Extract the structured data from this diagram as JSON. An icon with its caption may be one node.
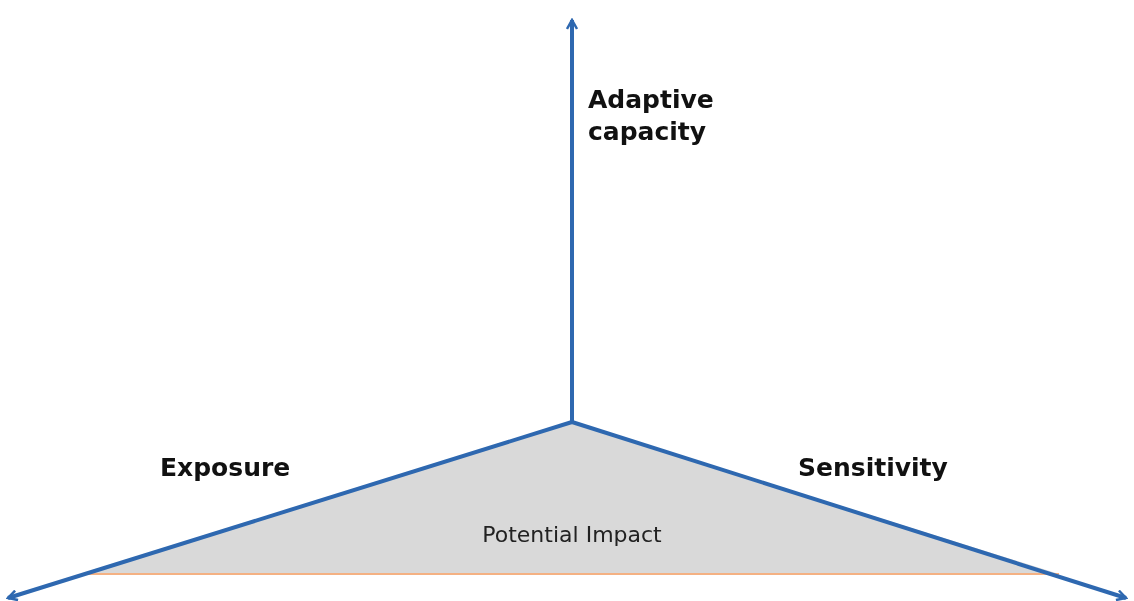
{
  "diagram": {
    "nodes": [
      {
        "text": [
          "Potential Impact"
        ]
      }
    ],
    "labels": [
      "Adaptive capacity",
      "Exposure",
      "Sensitivity"
    ]
  }
}
